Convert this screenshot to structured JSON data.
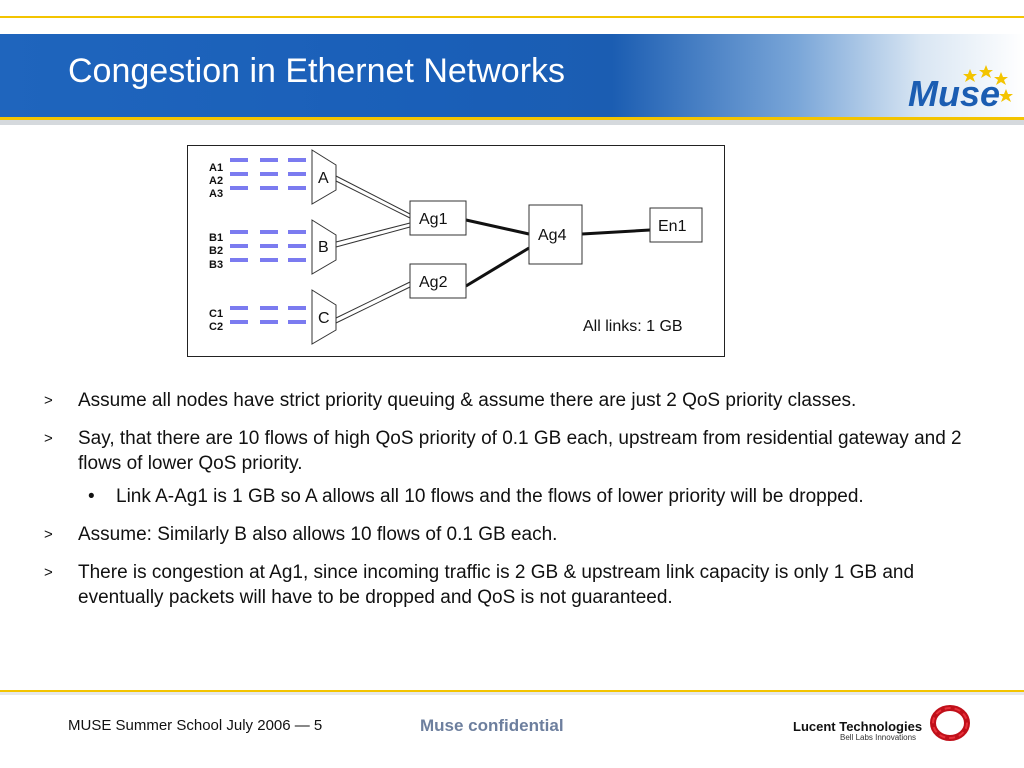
{
  "slide": {
    "title": "Congestion in Ethernet Networks"
  },
  "logo": {
    "text": "Muse"
  },
  "diagram": {
    "nodes": {
      "a": "A",
      "b": "B",
      "c": "C",
      "ag1": "Ag1",
      "ag2": "Ag2",
      "ag4": "Ag4",
      "en1": "En1"
    },
    "flow_labels_a": [
      "A1",
      "A2",
      "A3"
    ],
    "flow_labels_b": [
      "B1",
      "B2",
      "B3"
    ],
    "flow_labels_c": [
      "C1",
      "C2"
    ],
    "note": "All links: 1 GB"
  },
  "bullets": [
    {
      "marker": ">",
      "text": "Assume all nodes have strict priority queuing & assume there are just 2 QoS priority classes."
    },
    {
      "marker": ">",
      "text": "Say, that there are 10 flows of high QoS priority of 0.1 GB each, upstream from residential gateway and 2 flows of lower QoS priority."
    },
    {
      "marker": "•",
      "text": "Link A-Ag1 is 1 GB so A allows all 10 flows and the flows of lower priority will be dropped."
    },
    {
      "marker": ">",
      "text": "Assume: Similarly B also allows 10 flows of 0.1 GB each."
    },
    {
      "marker": ">",
      "text": "There is congestion at Ag1, since incoming traffic is 2 GB & upstream link capacity is only 1 GB and eventually packets will have to be dropped and QoS is not guaranteed."
    }
  ],
  "footer": {
    "left": "MUSE Summer School July 2006 — 5",
    "center": "Muse confidential",
    "company": "Lucent Technologies",
    "tagline": "Bell Labs Innovations"
  },
  "colors": {
    "title_bar": "#1f65bd",
    "gold": "#f3c400",
    "queue": "#7b7bf0",
    "confidential": "#6d7f9e"
  }
}
